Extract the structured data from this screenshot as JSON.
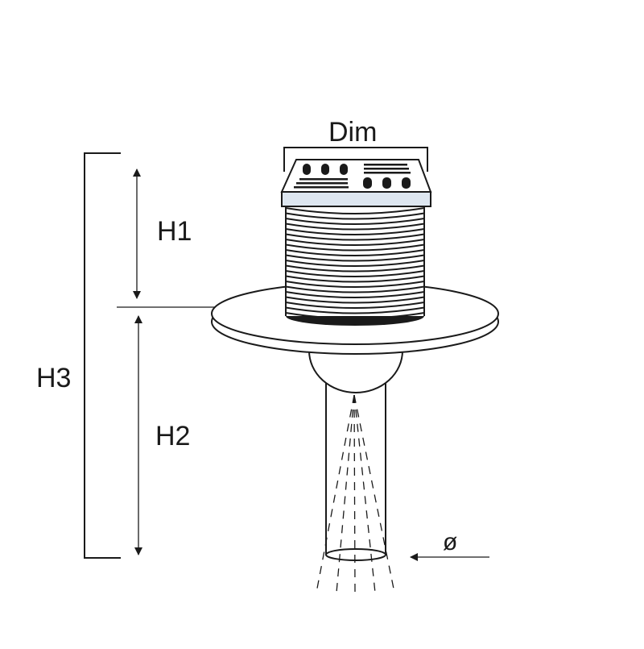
{
  "labels": {
    "dim": "Dim",
    "h1": "H1",
    "h2": "H2",
    "h3": "H3",
    "diameter": "ø"
  },
  "colors": {
    "stroke": "#1a1a1a",
    "frame_fill": "#dde6f0",
    "background": "#ffffff"
  }
}
